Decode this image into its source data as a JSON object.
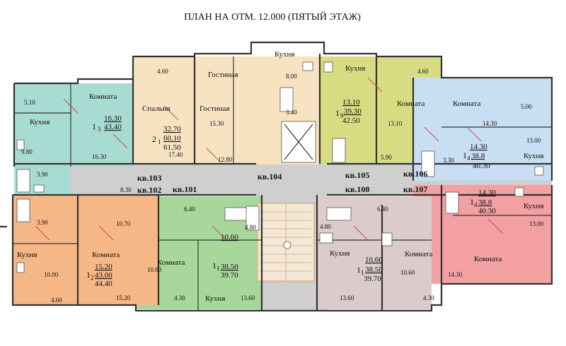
{
  "title": "ПЛАН НА ОТМ. 12.000 (ПЯТЫЙ ЭТАЖ)",
  "colors": {
    "apt103": "#a8dcd2",
    "apt104": "#f7e3c0",
    "apt105": "#d7dc82",
    "apt106": "#c8def2",
    "apt107": "#f2a0a2",
    "apt108": "#dccbcb",
    "apt101": "#a7d79a",
    "apt102": "#f6b787",
    "corridor": "#cfcfcf"
  },
  "apartments": {
    "kv103": {
      "label": "кв.103",
      "rooms": [
        "Комната",
        "Кухня"
      ],
      "areas": [
        "5.10",
        "16.30",
        "9.80",
        "16.30",
        "3.90",
        "8.30"
      ],
      "index": "1",
      "sub": "3",
      "living": "16.30",
      "total": "43.40"
    },
    "kv104": {
      "label": "кв.104",
      "rooms": [
        "Спальня",
        "Гостиная",
        "Гостиная",
        "Кухня"
      ],
      "areas": [
        "4.60",
        "15.30",
        "17.40",
        "12.80",
        "8.00",
        "3.40"
      ],
      "index": "2",
      "sub": "1",
      "living": "32.70",
      "subtotal": "60.10",
      "total": "61.50"
    },
    "kv105": {
      "label": "кв.105",
      "rooms": [
        "Кухня",
        "Комната"
      ],
      "areas": [
        "4.60",
        "13.10",
        "5.90"
      ],
      "index": "1",
      "sub": "9",
      "living": "13.10",
      "subtotal": "39.30",
      "total": "42.50"
    },
    "kv106": {
      "label": "кв.106",
      "rooms": [
        "Комната",
        "Кухня"
      ],
      "areas": [
        "5.00",
        "14.30",
        "13.00",
        "3.30"
      ],
      "index": "1",
      "sub": "4",
      "living": "14.30",
      "subtotal": "38.8",
      "total": "40.30"
    },
    "kv107": {
      "label": "кв.107",
      "rooms": [
        "Кухня",
        "Комната"
      ],
      "areas": [
        "13.00",
        "14.30"
      ],
      "index": "1",
      "sub": "4",
      "living": "14.30",
      "subtotal": "38.8",
      "total": "40.30"
    },
    "kv108": {
      "label": "кв.108",
      "rooms": [
        "Кухня",
        "Комната"
      ],
      "areas": [
        "4.80",
        "6.40",
        "10.60",
        "13.60",
        "4.30"
      ],
      "index": "1",
      "sub": "1",
      "living": "10.60",
      "subtotal": "38.50",
      "total": "39.70"
    },
    "kv101": {
      "label": "кв.101",
      "rooms": [
        "Комната",
        "Кухня"
      ],
      "areas": [
        "6.40",
        "4.80",
        "10.60",
        "4.30",
        "13.60"
      ],
      "index": "1",
      "sub": "1",
      "living": "10.60",
      "subtotal": "38.50",
      "total": "39.70"
    },
    "kv102": {
      "label": "кв.102",
      "rooms": [
        "Кухня",
        "Комната"
      ],
      "areas": [
        "3.90",
        "10.70",
        "10.00",
        "4.60",
        "15.20"
      ],
      "index": "1",
      "sub": "2",
      "living": "15.20",
      "subtotal": "43.00",
      "total": "44.40"
    }
  }
}
